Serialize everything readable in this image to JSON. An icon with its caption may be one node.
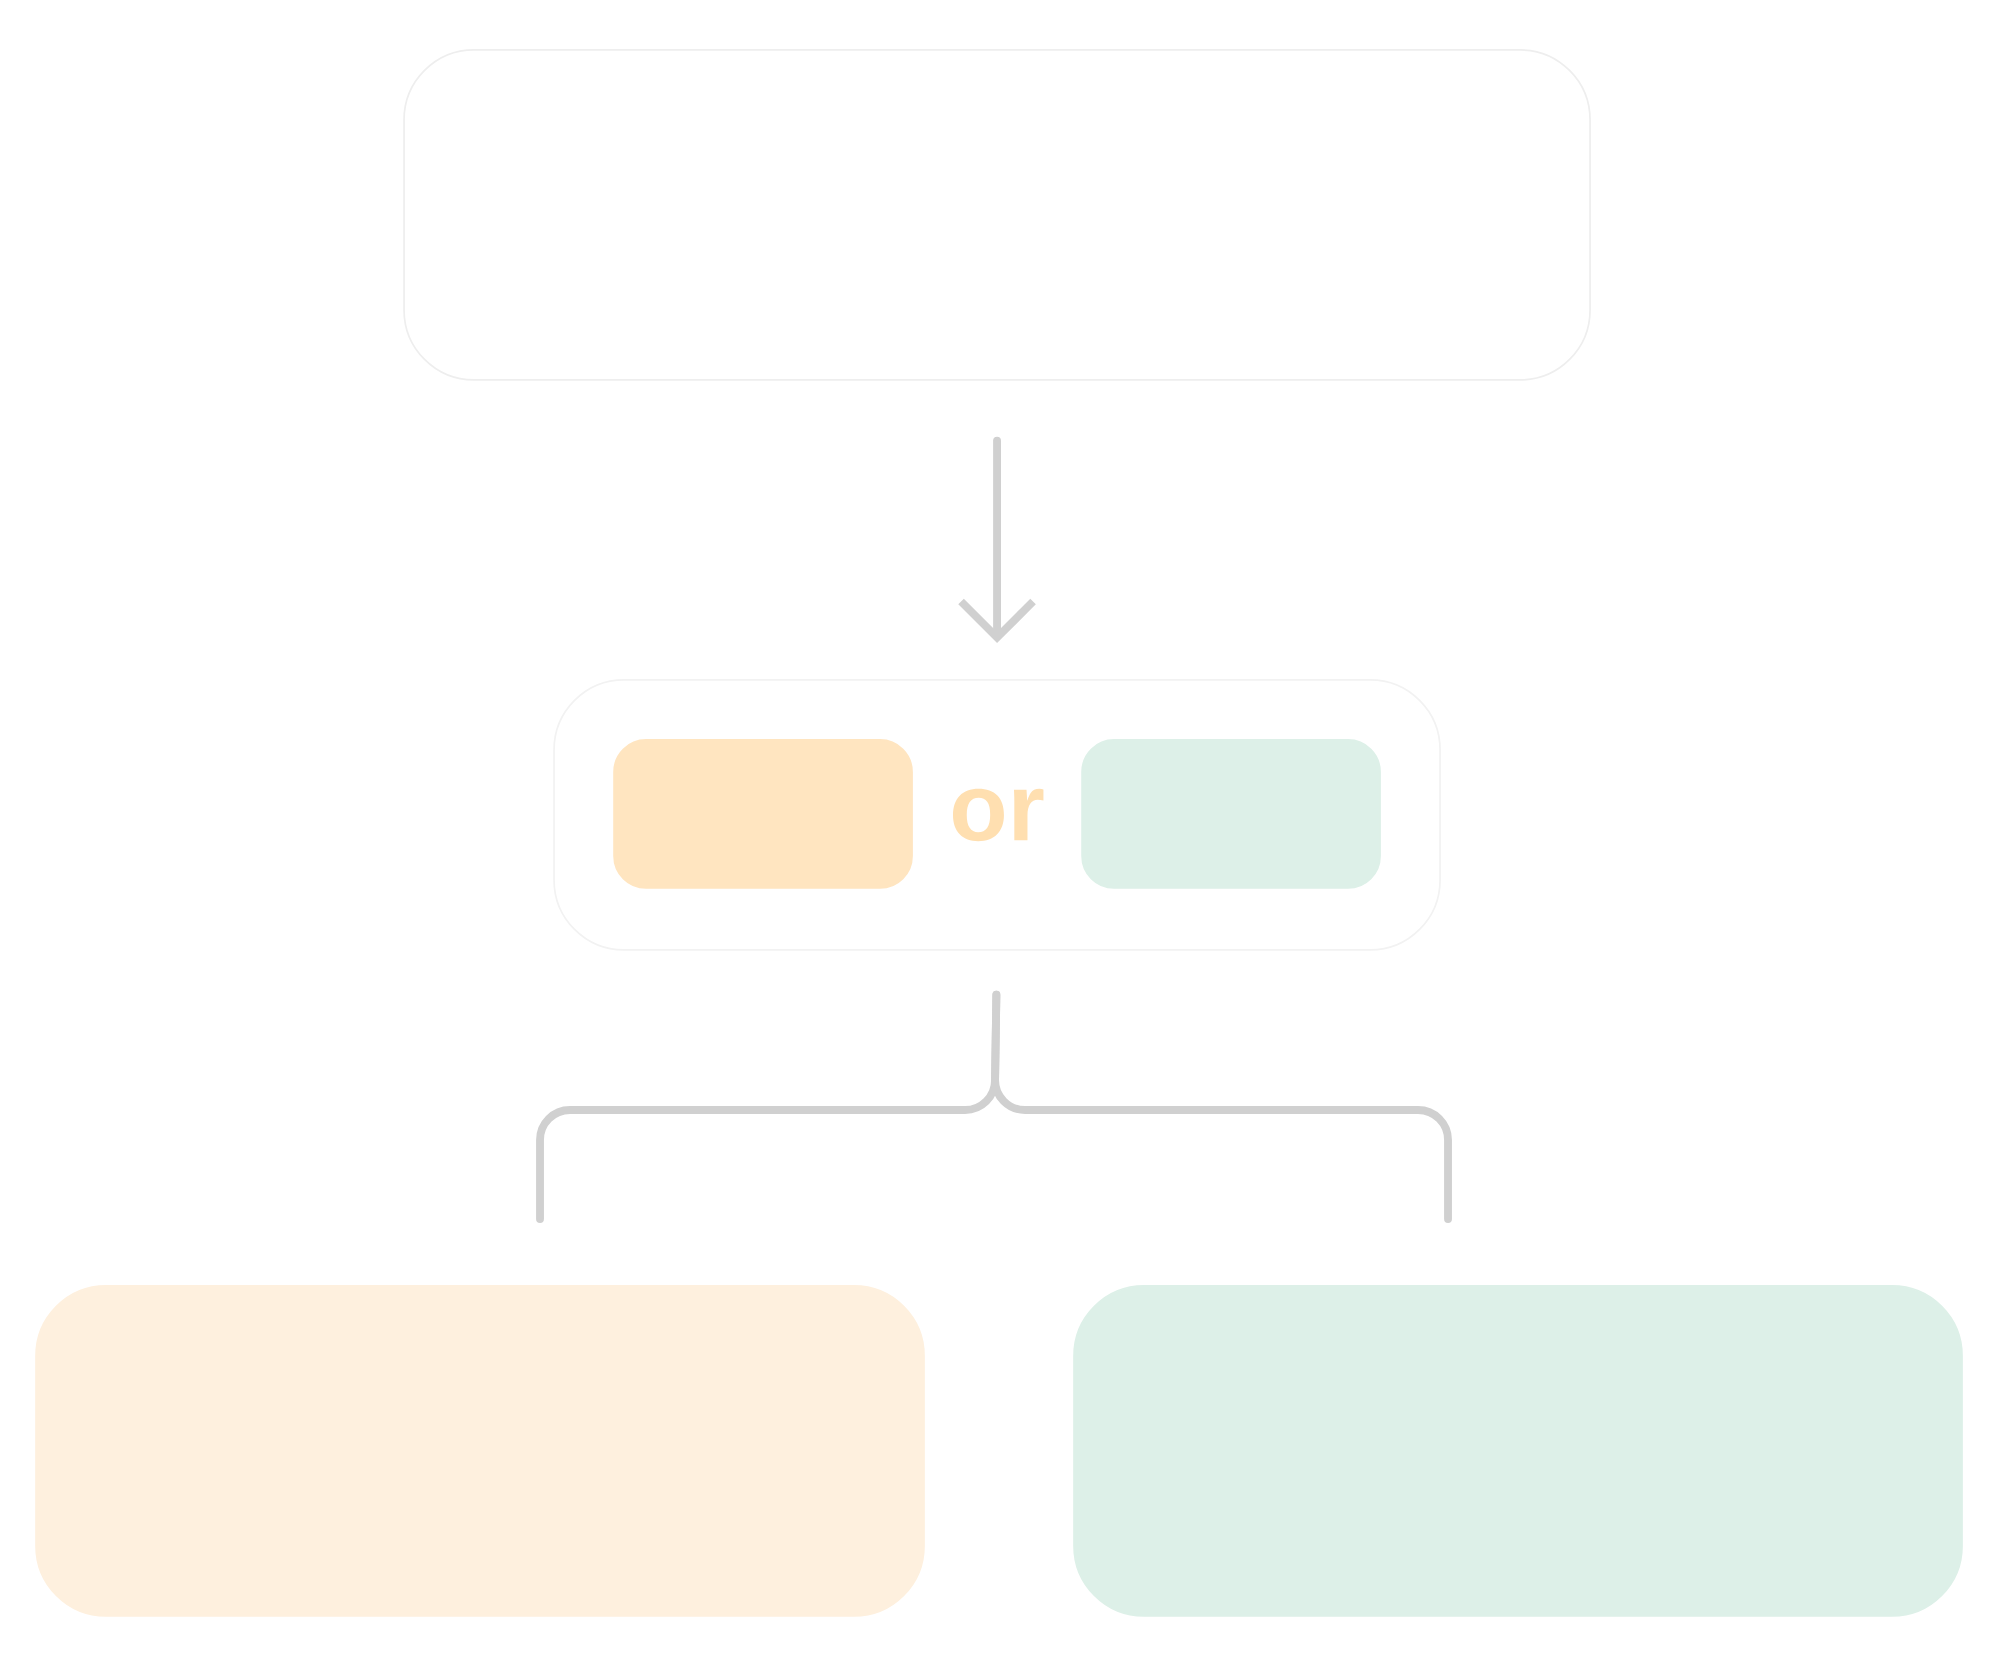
{
  "diagram": {
    "nodes": [
      {
        "text": [],
        "shape": "box"
      },
      {
        "text": [
          "or"
        ]
      },
      {
        "text": [],
        "shape": "box",
        "in": 1
      },
      {
        "text": [],
        "shape": "box",
        "in": 1
      },
      {
        "text": [],
        "shape": "box"
      },
      {
        "text": [],
        "shape": "box"
      }
    ],
    "edges": [
      {
        "from": 0,
        "to": 1,
        "arrow": "to"
      },
      {
        "from": 1,
        "to": 4,
        "arrow": "none"
      },
      {
        "from": 1,
        "to": 5,
        "arrow": "none"
      }
    ]
  }
}
